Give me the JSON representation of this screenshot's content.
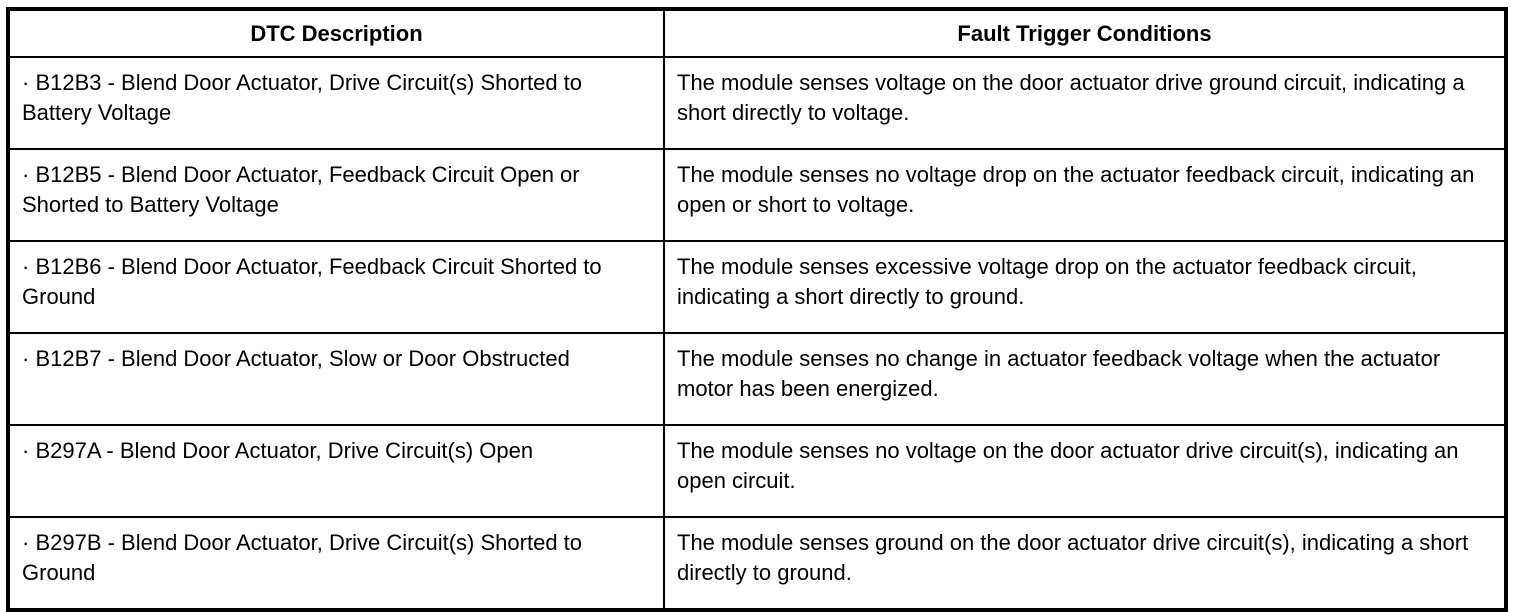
{
  "table": {
    "name": "blend-door-actuator-dtc-table",
    "columns": [
      "DTC Description",
      "Fault Trigger Conditions"
    ],
    "rows": [
      {
        "dtc": "· B12B3 - Blend Door Actuator, Drive Circuit(s) Shorted to Battery Voltage",
        "condition": "The module senses voltage on the door actuator drive ground circuit, indicating a short directly to voltage."
      },
      {
        "dtc": "· B12B5 - Blend Door Actuator, Feedback Circuit Open or Shorted to Battery Voltage",
        "condition": "The module senses no voltage drop on the actuator feedback circuit, indicating an open or short to voltage."
      },
      {
        "dtc": "· B12B6 - Blend Door Actuator, Feedback Circuit Shorted to Ground",
        "condition": "The module senses excessive voltage drop on the actuator feedback circuit, indicating a short directly to ground."
      },
      {
        "dtc": "· B12B7 - Blend Door Actuator, Slow or Door Obstructed",
        "condition": "The module senses no change in actuator feedback voltage when the actuator motor has been energized."
      },
      {
        "dtc": "· B297A - Blend Door Actuator, Drive Circuit(s) Open",
        "condition": "The module senses no voltage on the door actuator drive circuit(s), indicating an open circuit."
      },
      {
        "dtc": "· B297B - Blend Door Actuator, Drive Circuit(s) Shorted to Ground",
        "condition": "The module senses ground on the door actuator drive circuit(s), indicating a short directly to ground."
      }
    ],
    "border_color": "#000000",
    "background_color": "#ffffff",
    "text_color": "#000000"
  }
}
